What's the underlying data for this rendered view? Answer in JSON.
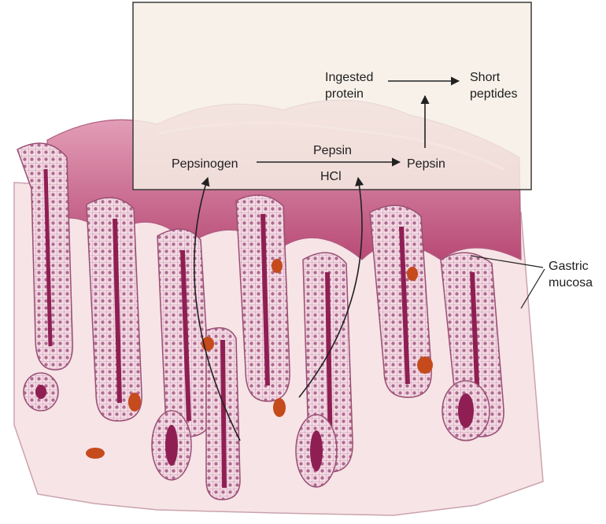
{
  "labels": {
    "ingested_line1": "Ingested",
    "ingested_line2": "protein",
    "short_line1": "Short",
    "short_line2": "peptides",
    "pepsinogen": "Pepsinogen",
    "pepsin_top": "Pepsin",
    "hcl": "HCl",
    "pepsin_right": "Pepsin",
    "gastric_line1": "Gastric",
    "gastric_line2": "mucosa"
  },
  "colors": {
    "inset_box_fill": "#f6eee5",
    "inset_box_border": "#3a3a3a",
    "mucosa_surface": "#d47a98",
    "mucosa_dark": "#a3325f",
    "lamina_propria": "#f7e4e6",
    "blood_vessel": "#c54a1c",
    "arrow": "#222222"
  }
}
